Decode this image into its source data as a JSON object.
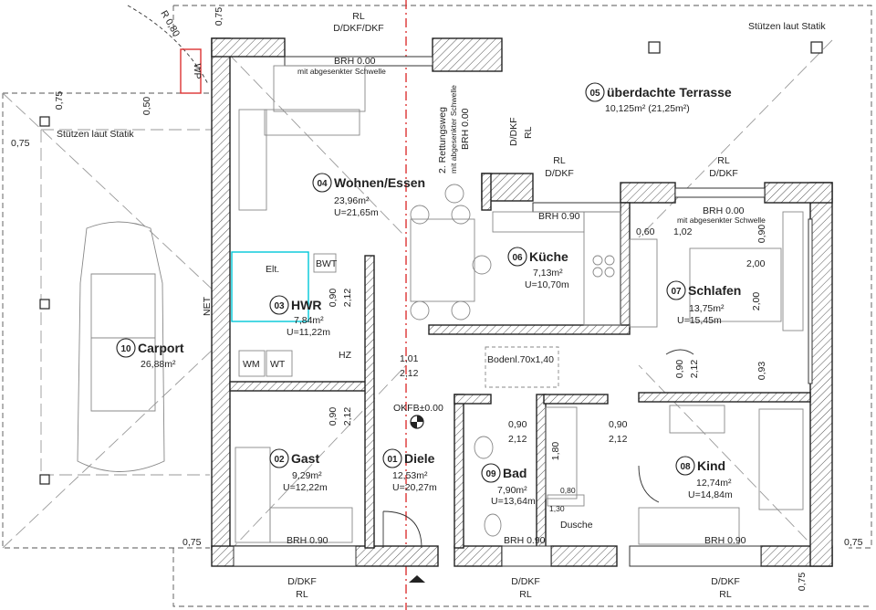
{
  "rooms": [
    {
      "num": "01",
      "name": "Diele",
      "area": "12,53m²",
      "perimeter": "U=20,27m"
    },
    {
      "num": "02",
      "name": "Gast",
      "area": "9,29m²",
      "perimeter": "U=12,22m"
    },
    {
      "num": "03",
      "name": "HWR",
      "area": "7,84m²",
      "perimeter": "U=11,22m"
    },
    {
      "num": "04",
      "name": "Wohnen/Essen",
      "area": "23,96m²",
      "perimeter": "U=21,65m"
    },
    {
      "num": "05",
      "name": "überdachte Terrasse",
      "area": "10,125m² (21,25m²)",
      "perimeter": ""
    },
    {
      "num": "06",
      "name": "Küche",
      "area": "7,13m²",
      "perimeter": "U=10,70m"
    },
    {
      "num": "07",
      "name": "Schlafen",
      "area": "13,75m²",
      "perimeter": "U=15,45m"
    },
    {
      "num": "08",
      "name": "Kind",
      "area": "12,74m²",
      "perimeter": "U=14,84m"
    },
    {
      "num": "09",
      "name": "Bad",
      "area": "7,90m²",
      "perimeter": "U=13,64m"
    },
    {
      "num": "10",
      "name": "Carport",
      "area": "26,88m²",
      "perimeter": ""
    }
  ],
  "labels": {
    "rl": "RL",
    "d_dkf_dkf": "D/DKF/DKF",
    "d_dkf": "D/DKF",
    "stuetzen": "Stützen laut Statik",
    "brh_000": "BRH 0.00",
    "brh_090": "BRH 0.90",
    "schwelle": "mit abgesenkter Schwelle",
    "rettungsweg": "2. Rettungsweg",
    "rettung_schwelle": "mit abgesenkter Schwelle",
    "rettung_brh": "BRH 0.00",
    "okfb": "OKFB±0.00",
    "net": "NET",
    "elt": "Elt.",
    "bwt": "BWT",
    "hz": "HZ",
    "wm": "WM",
    "wt": "WT",
    "dusche": "Dusche",
    "bodenl": "Bodenl.70x1,40",
    "wp": "WP",
    "r080": "R 0,80"
  },
  "dims": {
    "d075": "0,75",
    "d050": "0,50",
    "d090": "0,90",
    "d212": "2,12",
    "d101": "1,01",
    "d060": "0,60",
    "d102": "1,02",
    "d200": "2,00",
    "d093": "0,93",
    "d180": "1,80",
    "d080": "0,80",
    "d130": "1,30"
  }
}
